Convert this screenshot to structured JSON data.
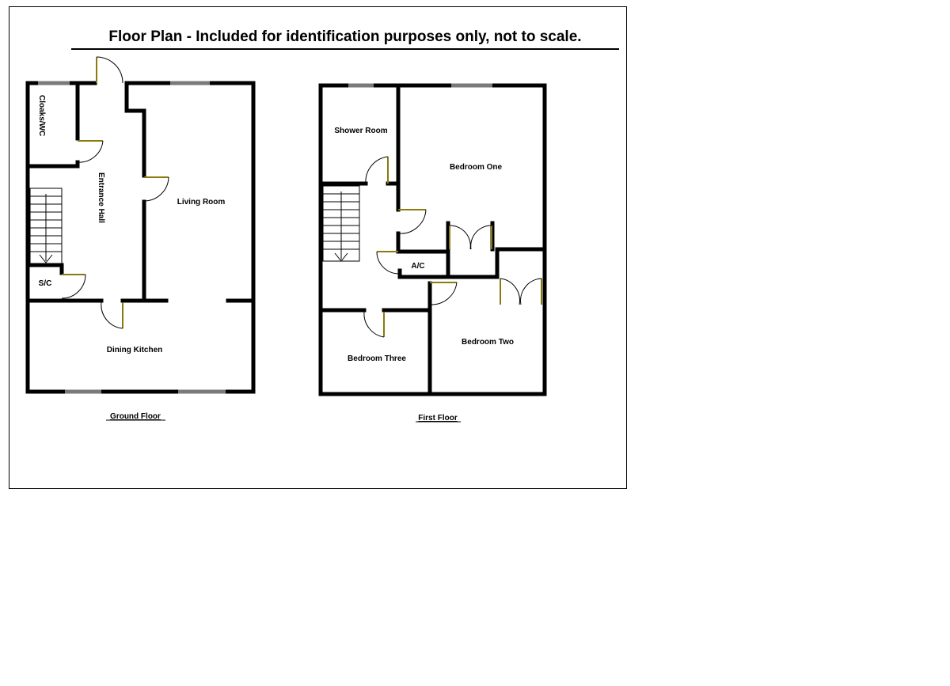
{
  "title": "Floor Plan - Included for identification purposes only, not to scale.",
  "ground_floor": {
    "label": "Ground Floor",
    "rooms": {
      "cloaks": "Cloaks/WC",
      "entrance_hall": "Entrance Hall",
      "living_room": "Living Room",
      "store": "S/C",
      "dining_kitchen": "Dining Kitchen"
    }
  },
  "first_floor": {
    "label": "First Floor",
    "rooms": {
      "shower_room": "Shower Room",
      "bedroom_one": "Bedroom One",
      "airing_cupboard": "A/C",
      "bedroom_two": "Bedroom Two",
      "bedroom_three": "Bedroom Three"
    }
  },
  "colors": {
    "wall": "#000000",
    "window": "#7a7a7a",
    "door_leaf": "#8a7a10"
  }
}
